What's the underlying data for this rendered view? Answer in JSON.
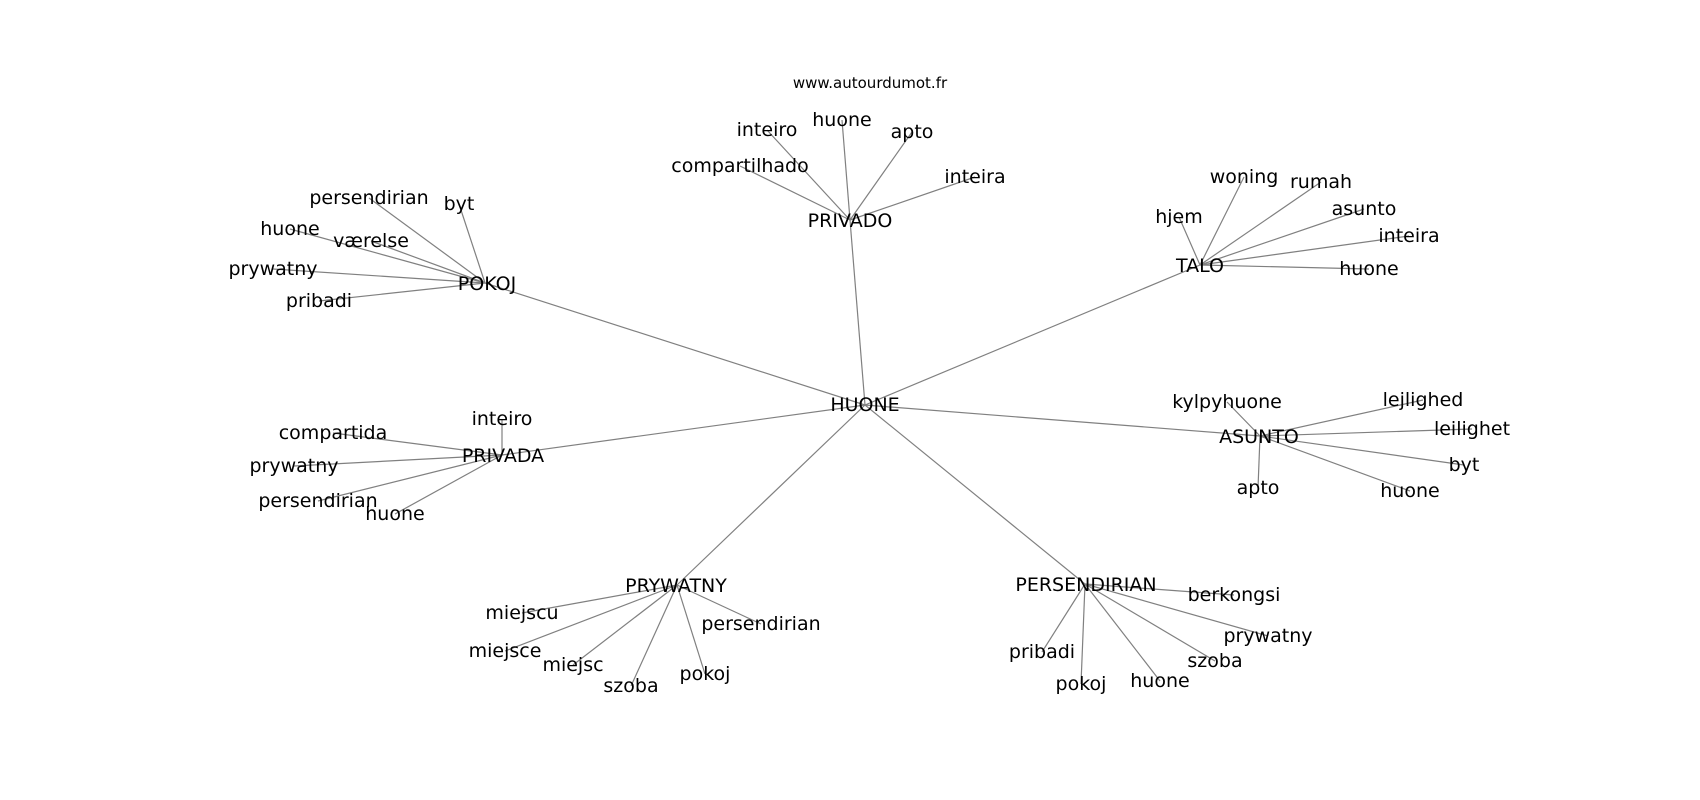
{
  "site": "www.autourdumot.fr",
  "center": "HUONE",
  "clusters": [
    {
      "hub": "PRIVADO",
      "leaves": [
        "inteiro",
        "huone",
        "apto",
        "compartilhado",
        "inteira"
      ]
    },
    {
      "hub": "TALO",
      "leaves": [
        "woning",
        "rumah",
        "hjem",
        "asunto",
        "inteira",
        "huone"
      ]
    },
    {
      "hub": "POKOJ",
      "leaves": [
        "persendirian",
        "byt",
        "huone",
        "værelse",
        "prywatny",
        "pribadi"
      ]
    },
    {
      "hub": "ASUNTO",
      "leaves": [
        "kylpyhuone",
        "lejlighed",
        "leilighet",
        "byt",
        "apto",
        "huone"
      ]
    },
    {
      "hub": "PRIVADA",
      "leaves": [
        "inteiro",
        "compartida",
        "prywatny",
        "persendirian",
        "huone"
      ]
    },
    {
      "hub": "PRYWATNY",
      "leaves": [
        "miejscu",
        "persendirian",
        "miejsce",
        "miejsc",
        "pokoj",
        "szoba"
      ]
    },
    {
      "hub": "PERSENDIRIAN",
      "leaves": [
        "berkongsi",
        "prywatny",
        "szoba",
        "pribadi",
        "huone",
        "pokoj"
      ]
    }
  ]
}
